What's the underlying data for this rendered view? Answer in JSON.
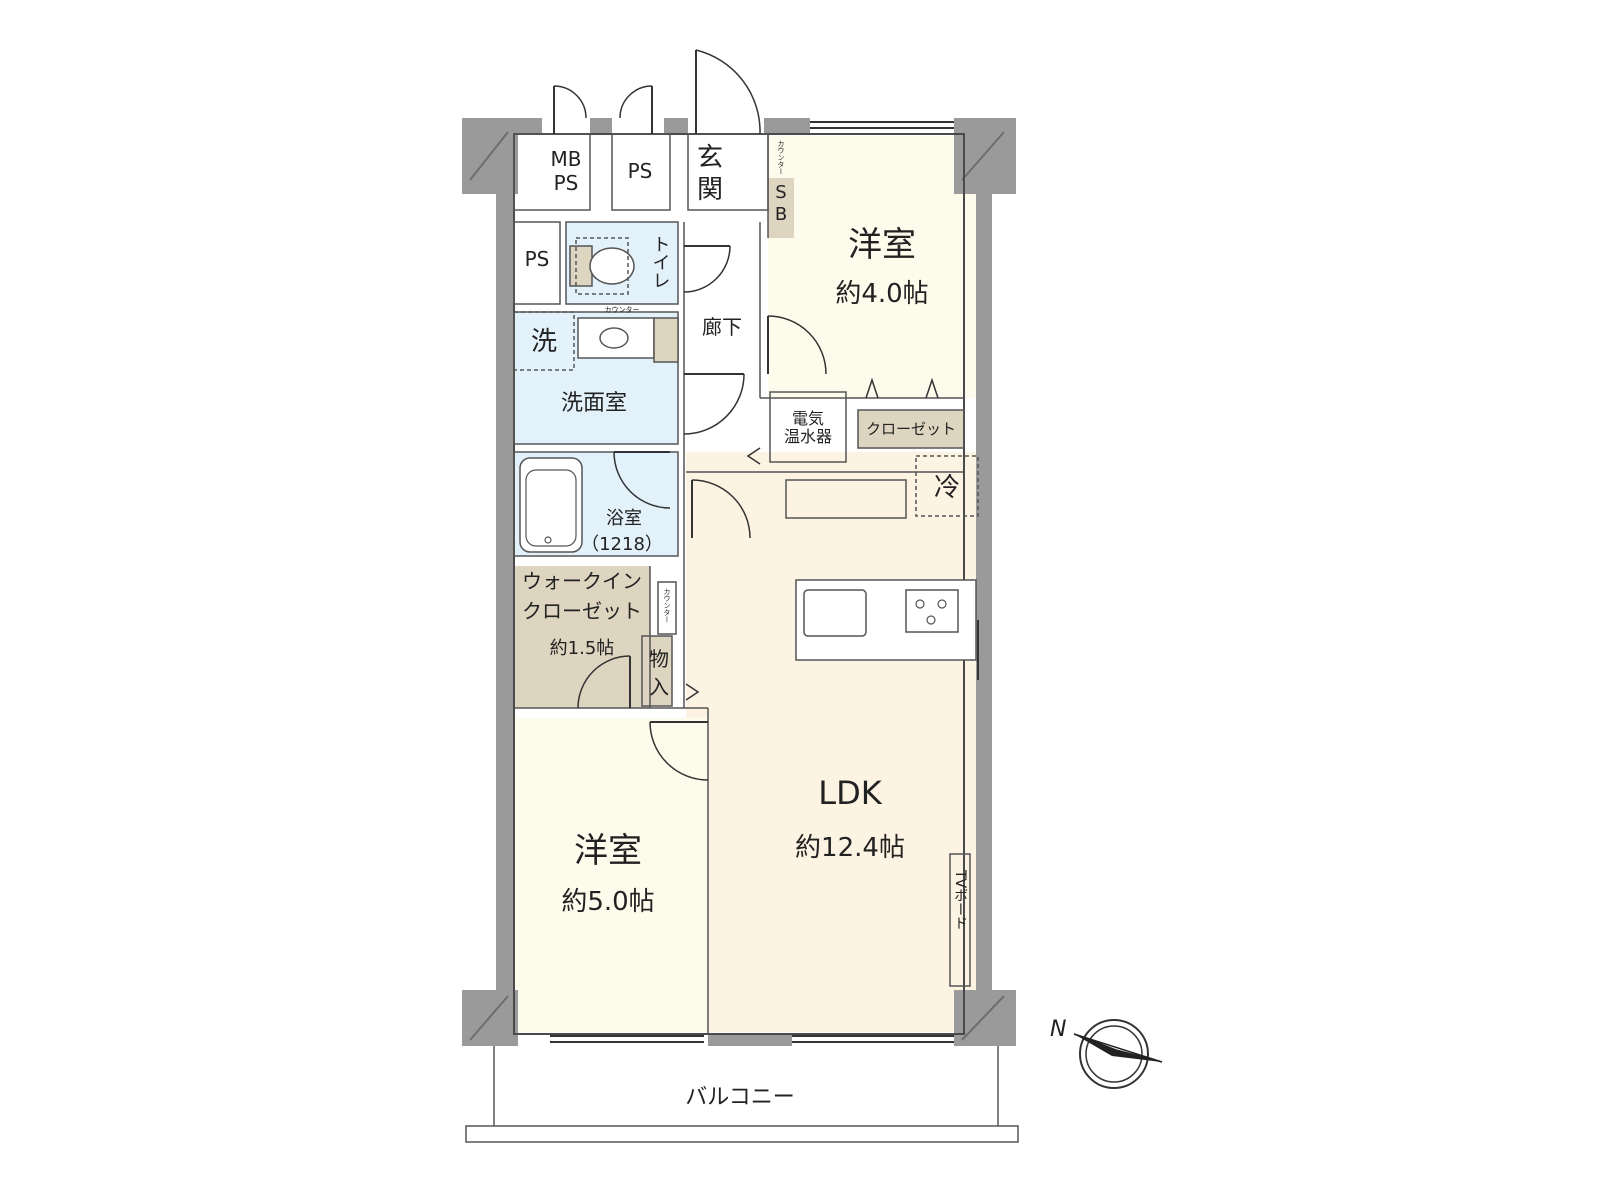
{
  "colors": {
    "wall": "#9a9a9a",
    "western_room": "#fdfbec",
    "ldk": "#fdf3e2",
    "wet_area": "#e3f1fb",
    "storage": "#ddd5c0",
    "floor_white": "#ffffff"
  },
  "rooms": {
    "mb_ps": "MB\nPS",
    "ps_top": "PS",
    "genkan": "玄関",
    "sb": "SB",
    "ps_left": "PS",
    "toilet": "トイレ",
    "corridor": "廊下",
    "wash_machine": "洗",
    "washroom": "洗面室",
    "bath_name": "浴室",
    "bath_size": "（1218）",
    "wic_line1": "ウォークイン",
    "wic_line2": "クローゼット",
    "wic_area": "約1.5帖",
    "storage_small": "物入",
    "western1_name": "洋室",
    "western1_area": "約4.0帖",
    "water_heater_line1": "電気",
    "water_heater_line2": "温水器",
    "closet": "クローゼット",
    "fridge": "冷",
    "ldk_name": "LDK",
    "ldk_area": "約12.4帖",
    "western2_name": "洋室",
    "western2_area": "約5.0帖",
    "tv_board": "TVボード",
    "balcony": "バルコニー",
    "counter": "カウンター"
  },
  "compass": {
    "label": "N",
    "icon": "compass-icon"
  }
}
